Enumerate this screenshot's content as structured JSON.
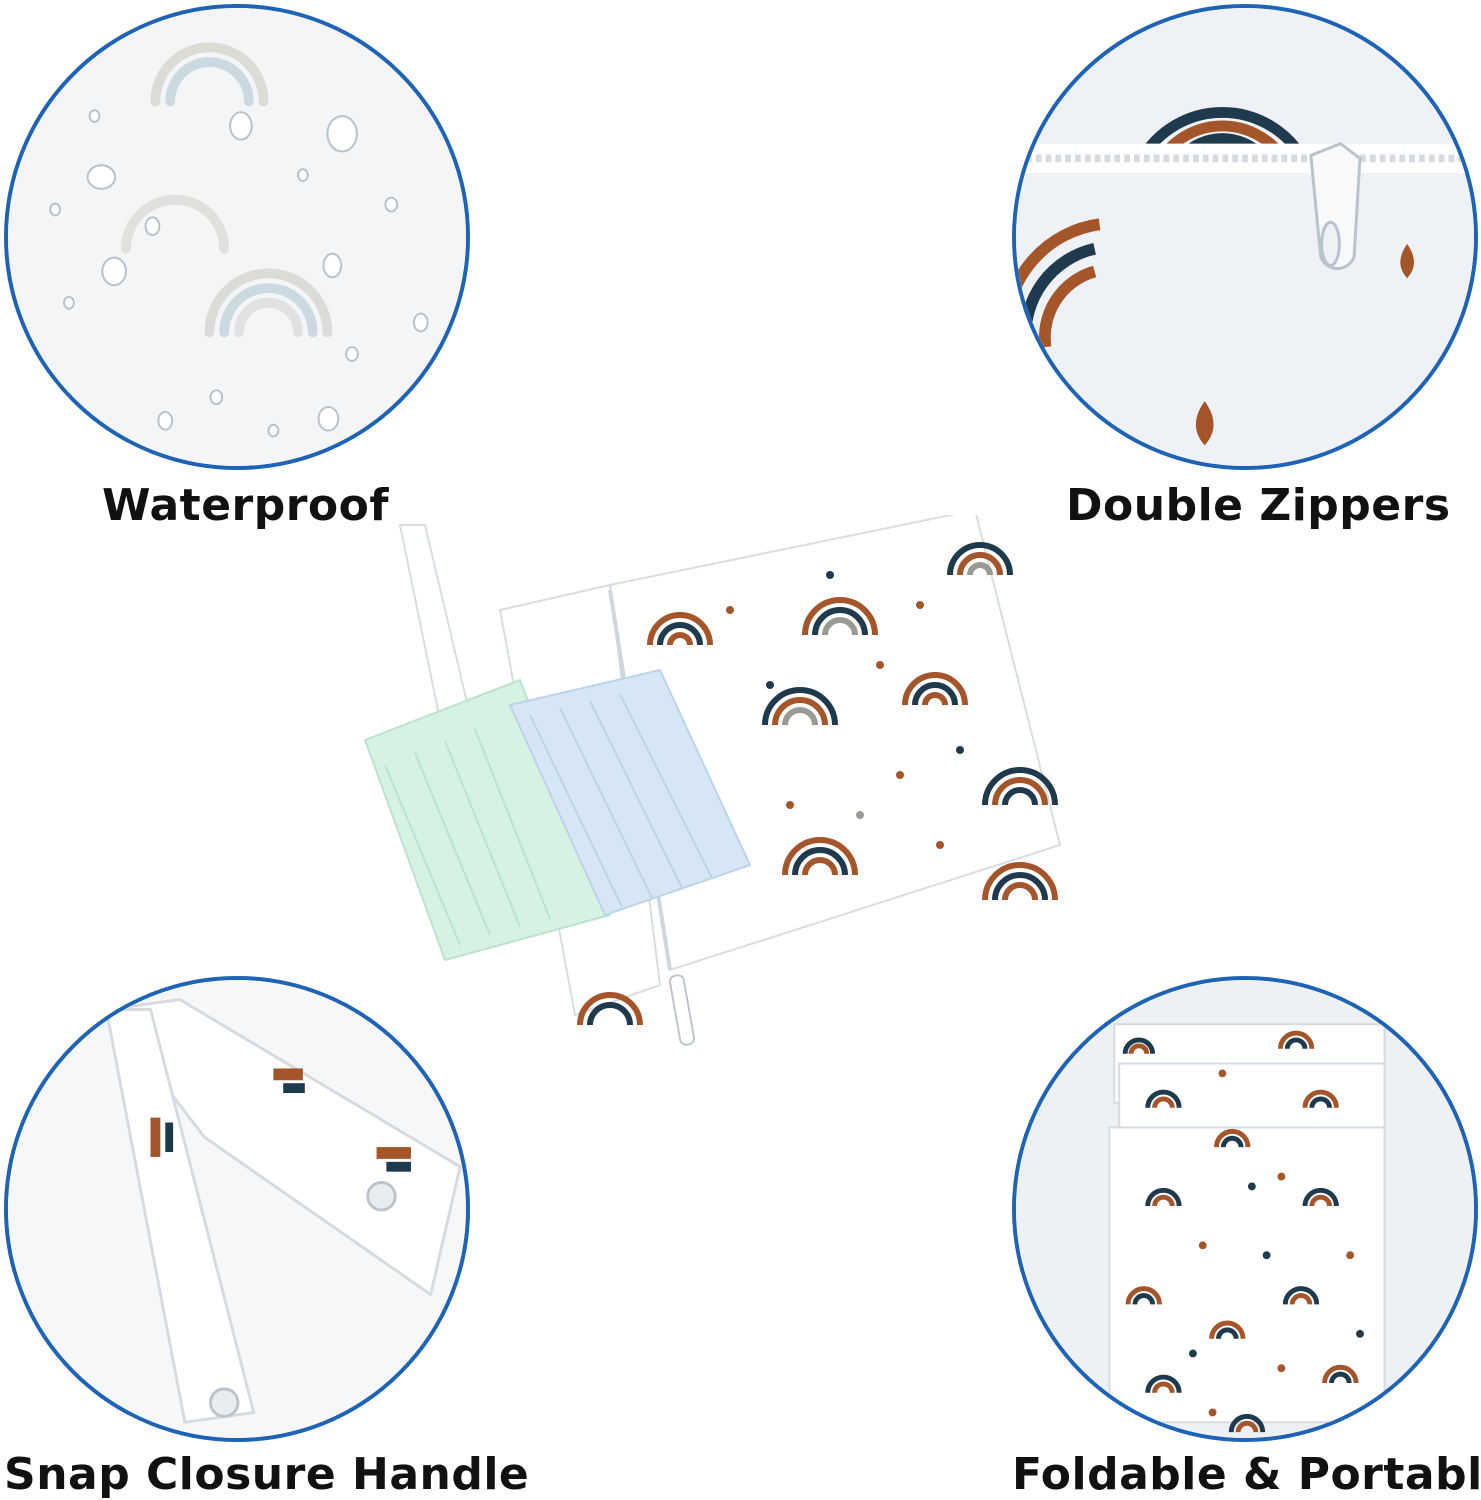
{
  "features": [
    {
      "caption": "Waterproof",
      "icon": "water-drops-icon"
    },
    {
      "caption": "Double Zippers",
      "icon": "zipper-icon"
    },
    {
      "caption": "Snap Closure Handle",
      "icon": "snap-handle-icon"
    },
    {
      "caption": "Foldable & Portable",
      "icon": "folded-bag-icon"
    }
  ],
  "colors": {
    "circle_border": "#1e63b5",
    "rainbow_brown": "#a5552a",
    "rainbow_navy": "#1f3a4d",
    "rainbow_grey": "#9a9a92",
    "cloth_green": "#d5f2e3",
    "cloth_blue": "#d6e6f5"
  }
}
